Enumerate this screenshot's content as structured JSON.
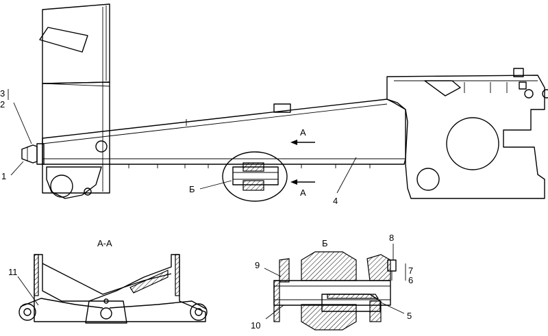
{
  "callouts": {
    "c1": "1",
    "c2": "2",
    "c3": "3",
    "c4": "4",
    "c5": "5",
    "c6": "6",
    "c7": "7",
    "c8": "8",
    "c9": "9",
    "c10": "10",
    "c11": "11"
  },
  "section_marks": {
    "a_upper": "А",
    "a_lower": "А",
    "b_mark": "Б"
  },
  "view_titles": {
    "section_aa": "А-А",
    "detail_b": "Б"
  }
}
